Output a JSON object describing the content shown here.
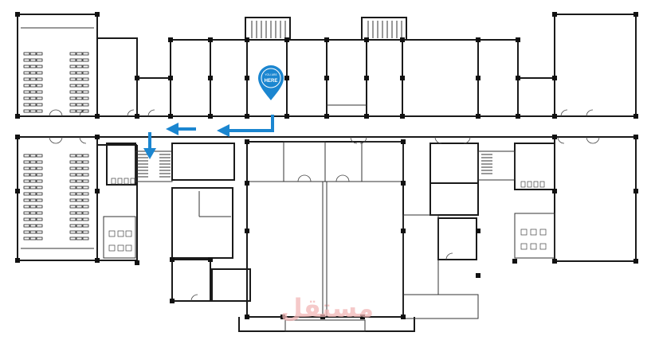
{
  "map": {
    "title": "Building floor plan",
    "colors": {
      "walls": "#1a1a1a",
      "route": "#1b86d0",
      "watermark": "#f2b7b7"
    },
    "marker": {
      "icon": "location-pin-icon",
      "line1": "YOU ARE",
      "line2": "HERE"
    },
    "route_arrows": [
      "arrow-left-icon",
      "arrow-left-icon",
      "arrow-down-icon"
    ],
    "watermark": "مستقل"
  }
}
